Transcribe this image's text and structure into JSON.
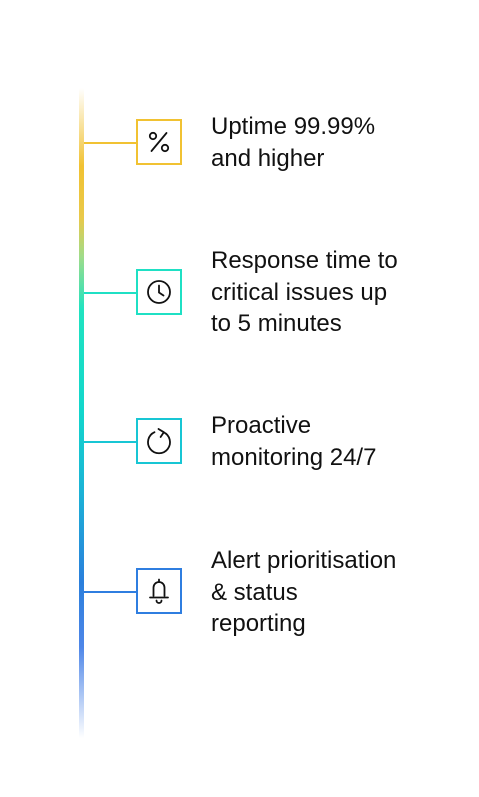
{
  "features": [
    {
      "label": "Uptime 99.99%\nand higher",
      "icon": "percent-icon",
      "color": "#f1c232"
    },
    {
      "label": "Response time to\ncritical issues up\nto 5 minutes",
      "icon": "clock-icon",
      "color": "#1fe0c4"
    },
    {
      "label": "Proactive\nmonitoring 24/7",
      "icon": "refresh-icon",
      "color": "#18c6d4"
    },
    {
      "label": "Alert prioritisation\n & status\nreporting",
      "icon": "bell-icon",
      "color": "#2f7ee0"
    }
  ]
}
